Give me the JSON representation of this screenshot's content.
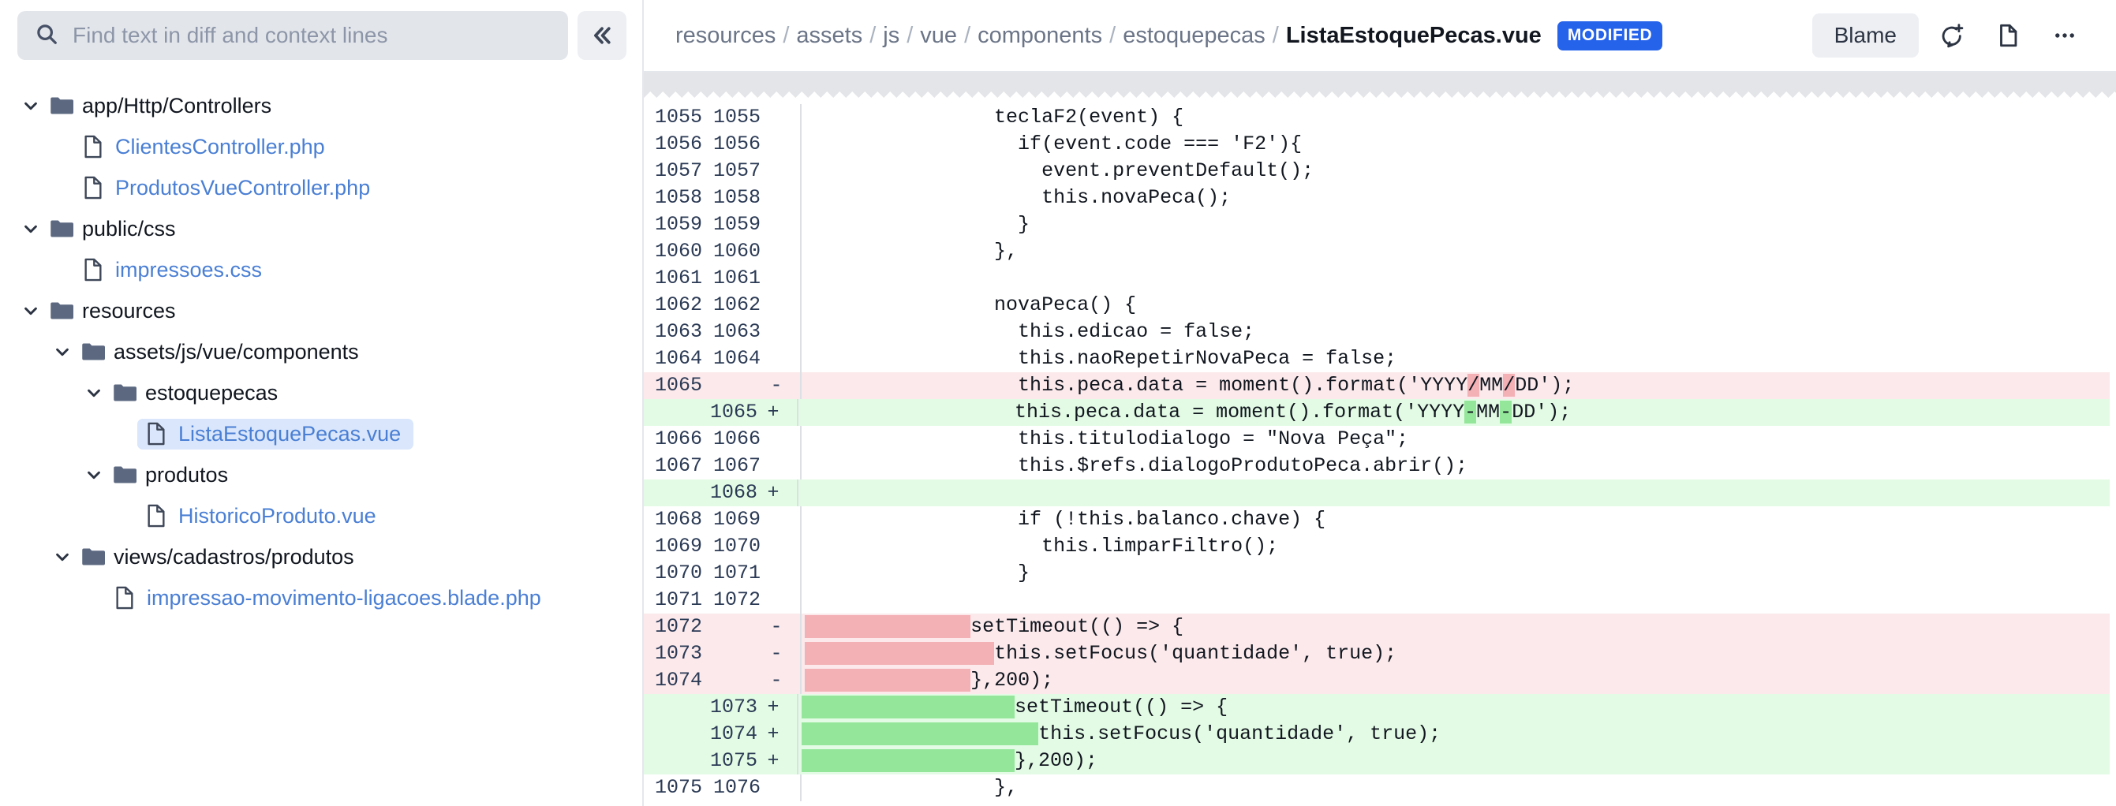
{
  "search": {
    "placeholder": "Find text in diff and context lines",
    "value": "",
    "icon": "search-icon"
  },
  "collapse_button": {
    "icon": "chevron-double-left-icon",
    "glyph": "«"
  },
  "sidebar": {
    "tree": [
      {
        "type": "folder",
        "label": "app/Http/Controllers",
        "depth": 0,
        "expanded": true
      },
      {
        "type": "file",
        "label": "ClientesController.php",
        "depth": 1,
        "selected": false
      },
      {
        "type": "file",
        "label": "ProdutosVueController.php",
        "depth": 1,
        "selected": false
      },
      {
        "type": "folder",
        "label": "public/css",
        "depth": 0,
        "expanded": true
      },
      {
        "type": "file",
        "label": "impressoes.css",
        "depth": 1,
        "selected": false
      },
      {
        "type": "folder",
        "label": "resources",
        "depth": 0,
        "expanded": true
      },
      {
        "type": "folder",
        "label": "assets/js/vue/components",
        "depth": 1,
        "expanded": true
      },
      {
        "type": "folder",
        "label": "estoquepecas",
        "depth": 2,
        "expanded": true
      },
      {
        "type": "file",
        "label": "ListaEstoquePecas.vue",
        "depth": 3,
        "selected": true
      },
      {
        "type": "folder",
        "label": "produtos",
        "depth": 2,
        "expanded": true
      },
      {
        "type": "file",
        "label": "HistoricoProduto.vue",
        "depth": 3,
        "selected": false
      },
      {
        "type": "folder",
        "label": "views/cadastros/produtos",
        "depth": 1,
        "expanded": true
      },
      {
        "type": "file",
        "label": "impressao-movimento-ligacoes.blade.php",
        "depth": 2,
        "selected": false
      }
    ]
  },
  "header": {
    "breadcrumb": {
      "segments": [
        "resources",
        "assets",
        "js",
        "vue",
        "components",
        "estoquepecas"
      ],
      "separator": "/",
      "current": "ListaEstoquePecas.vue"
    },
    "status_badge": "MODIFIED",
    "status_badge_color": "#2563eb",
    "actions": {
      "blame_label": "Blame",
      "comment_icon": "add-comment-icon",
      "file_icon": "file-view-icon",
      "more_icon": "more-horizontal-icon"
    }
  },
  "colors": {
    "deleted_row": "#fbe9eb",
    "added_row": "#e3fbe4",
    "deleted_word": "#f3b0b5",
    "added_word": "#94e79a",
    "link": "#4a7fd4",
    "selected_file": "#d9e6fb"
  },
  "diff": {
    "hunk_marker": "collapsed-hunk-zigzag",
    "rows": [
      {
        "old": "1055",
        "new": "1055",
        "sign": "",
        "kind": "ctx",
        "parts": [
          {
            "t": "                teclaF2(event) {"
          }
        ]
      },
      {
        "old": "1056",
        "new": "1056",
        "sign": "",
        "kind": "ctx",
        "parts": [
          {
            "t": "                  if(event.code === 'F2'){"
          }
        ]
      },
      {
        "old": "1057",
        "new": "1057",
        "sign": "",
        "kind": "ctx",
        "parts": [
          {
            "t": "                    event.preventDefault();"
          }
        ]
      },
      {
        "old": "1058",
        "new": "1058",
        "sign": "",
        "kind": "ctx",
        "parts": [
          {
            "t": "                    this.novaPeca();"
          }
        ]
      },
      {
        "old": "1059",
        "new": "1059",
        "sign": "",
        "kind": "ctx",
        "parts": [
          {
            "t": "                  }"
          }
        ]
      },
      {
        "old": "1060",
        "new": "1060",
        "sign": "",
        "kind": "ctx",
        "parts": [
          {
            "t": "                },"
          }
        ]
      },
      {
        "old": "1061",
        "new": "1061",
        "sign": "",
        "kind": "ctx",
        "parts": [
          {
            "t": ""
          }
        ]
      },
      {
        "old": "1062",
        "new": "1062",
        "sign": "",
        "kind": "ctx",
        "parts": [
          {
            "t": "                novaPeca() {"
          }
        ]
      },
      {
        "old": "1063",
        "new": "1063",
        "sign": "",
        "kind": "ctx",
        "parts": [
          {
            "t": "                  this.edicao = false;"
          }
        ]
      },
      {
        "old": "1064",
        "new": "1064",
        "sign": "",
        "kind": "ctx",
        "parts": [
          {
            "t": "                  this.naoRepetirNovaPeca = false;"
          }
        ]
      },
      {
        "old": "1065",
        "new": "",
        "sign": "-",
        "kind": "del",
        "parts": [
          {
            "t": "                  this.peca.data = moment().format('YYYY"
          },
          {
            "t": "/",
            "hl": true
          },
          {
            "t": "MM"
          },
          {
            "t": "/",
            "hl": true
          },
          {
            "t": "DD');"
          }
        ]
      },
      {
        "old": "",
        "new": "1065",
        "sign": "+",
        "kind": "add",
        "parts": [
          {
            "t": "                  this.peca.data = moment().format('YYYY"
          },
          {
            "t": "-",
            "hl": true
          },
          {
            "t": "MM"
          },
          {
            "t": "-",
            "hl": true
          },
          {
            "t": "DD');"
          }
        ]
      },
      {
        "old": "1066",
        "new": "1066",
        "sign": "",
        "kind": "ctx",
        "parts": [
          {
            "t": "                  this.titulodialogo = \"Nova Peça\";"
          }
        ]
      },
      {
        "old": "1067",
        "new": "1067",
        "sign": "",
        "kind": "ctx",
        "parts": [
          {
            "t": "                  this.$refs.dialogoProdutoPeca.abrir();"
          }
        ]
      },
      {
        "old": "",
        "new": "1068",
        "sign": "+",
        "kind": "add",
        "parts": [
          {
            "t": ""
          }
        ]
      },
      {
        "old": "1068",
        "new": "1069",
        "sign": "",
        "kind": "ctx",
        "parts": [
          {
            "t": "                  if (!this.balanco.chave) {"
          }
        ]
      },
      {
        "old": "1069",
        "new": "1070",
        "sign": "",
        "kind": "ctx",
        "parts": [
          {
            "t": "                    this.limparFiltro();"
          }
        ]
      },
      {
        "old": "1070",
        "new": "1071",
        "sign": "",
        "kind": "ctx",
        "parts": [
          {
            "t": "                  }"
          }
        ]
      },
      {
        "old": "1071",
        "new": "1072",
        "sign": "",
        "kind": "ctx",
        "parts": [
          {
            "t": ""
          }
        ]
      },
      {
        "old": "1072",
        "new": "",
        "sign": "-",
        "kind": "del",
        "parts": [
          {
            "t": "              ",
            "hl": true
          },
          {
            "t": "setTimeout(() => {"
          }
        ]
      },
      {
        "old": "1073",
        "new": "",
        "sign": "-",
        "kind": "del",
        "parts": [
          {
            "t": "                ",
            "hl": true
          },
          {
            "t": "this.setFocus('quantidade', true);"
          }
        ]
      },
      {
        "old": "1074",
        "new": "",
        "sign": "-",
        "kind": "del",
        "parts": [
          {
            "t": "              ",
            "hl": true
          },
          {
            "t": "},200);"
          }
        ]
      },
      {
        "old": "",
        "new": "1073",
        "sign": "+",
        "kind": "add",
        "parts": [
          {
            "t": "                  ",
            "hl": true
          },
          {
            "t": "setTimeout(() => {"
          }
        ]
      },
      {
        "old": "",
        "new": "1074",
        "sign": "+",
        "kind": "add",
        "parts": [
          {
            "t": "                    ",
            "hl": true
          },
          {
            "t": "this.setFocus('quantidade', true);"
          }
        ]
      },
      {
        "old": "",
        "new": "1075",
        "sign": "+",
        "kind": "add",
        "parts": [
          {
            "t": "                  ",
            "hl": true
          },
          {
            "t": "},200);"
          }
        ]
      },
      {
        "old": "1075",
        "new": "1076",
        "sign": "",
        "kind": "ctx",
        "parts": [
          {
            "t": "                },"
          }
        ]
      }
    ]
  }
}
